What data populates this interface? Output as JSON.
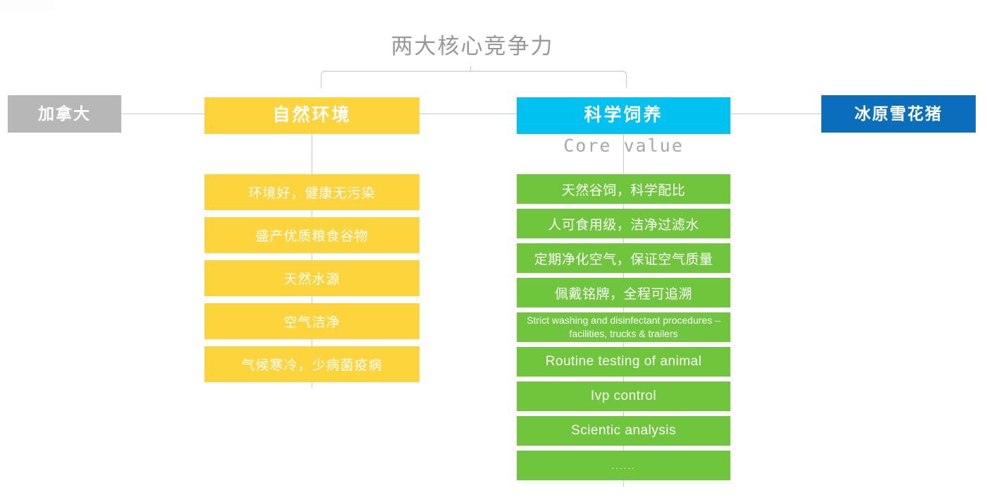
{
  "title": "两大核心竞争力",
  "colors": {
    "yellow": "#fdd43c",
    "cyan": "#00c2f0",
    "green": "#6fc63c",
    "blue": "#0a6ebd",
    "gray": "#b7b7b7",
    "line": "#c9c9c9",
    "title_text": "#989898"
  },
  "origin": {
    "label": "加拿大"
  },
  "result": {
    "label": "冰原雪花猪"
  },
  "pillars": {
    "left": {
      "label": "自然环境",
      "items": [
        {
          "text": "环境好，健康无污染"
        },
        {
          "text": "盛产优质粮食谷物"
        },
        {
          "text": "天然水源"
        },
        {
          "text": "空气洁净"
        },
        {
          "text": "气候寒冷，少病菌疫病"
        }
      ]
    },
    "right": {
      "label": "科学饲养",
      "sublabel": "Core value",
      "items": [
        {
          "text": "天然谷饲，科学配比",
          "style": "normal"
        },
        {
          "text": "人可食用级，洁净过滤水",
          "style": "normal"
        },
        {
          "text": "定期净化空气，保证空气质量",
          "style": "normal"
        },
        {
          "text": "佩戴铭牌，全程可追溯",
          "style": "normal"
        },
        {
          "text": "Strict washing and disinfectant procedures – facilities, trucks & trailers",
          "style": "small"
        },
        {
          "text": "Routine testing of animal",
          "style": "normal"
        },
        {
          "text": "Ivp control",
          "style": "normal"
        },
        {
          "text": "Scientic analysis",
          "style": "normal"
        },
        {
          "text": "......",
          "style": "dots"
        }
      ]
    }
  }
}
